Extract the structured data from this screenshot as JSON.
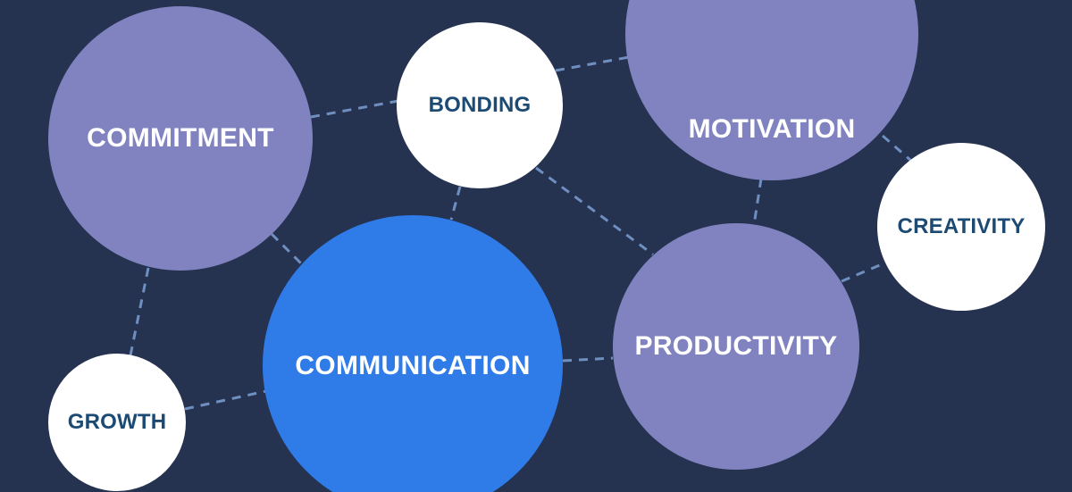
{
  "nodes": {
    "commitment": {
      "label": "COMMITMENT"
    },
    "bonding": {
      "label": "BONDING"
    },
    "motivation": {
      "label": "MOTIVATION"
    },
    "creativity": {
      "label": "CREATIVITY"
    },
    "communication": {
      "label": "COMMUNICATION"
    },
    "productivity": {
      "label": "PRODUCTIVITY"
    },
    "growth": {
      "label": "GROWTH"
    }
  },
  "colors": {
    "background": "#253250",
    "lavender": "#8183c1",
    "white": "#ffffff",
    "blue": "#2f7be8",
    "dark_text": "#1d4a72",
    "connector": "#6e8fc0"
  }
}
